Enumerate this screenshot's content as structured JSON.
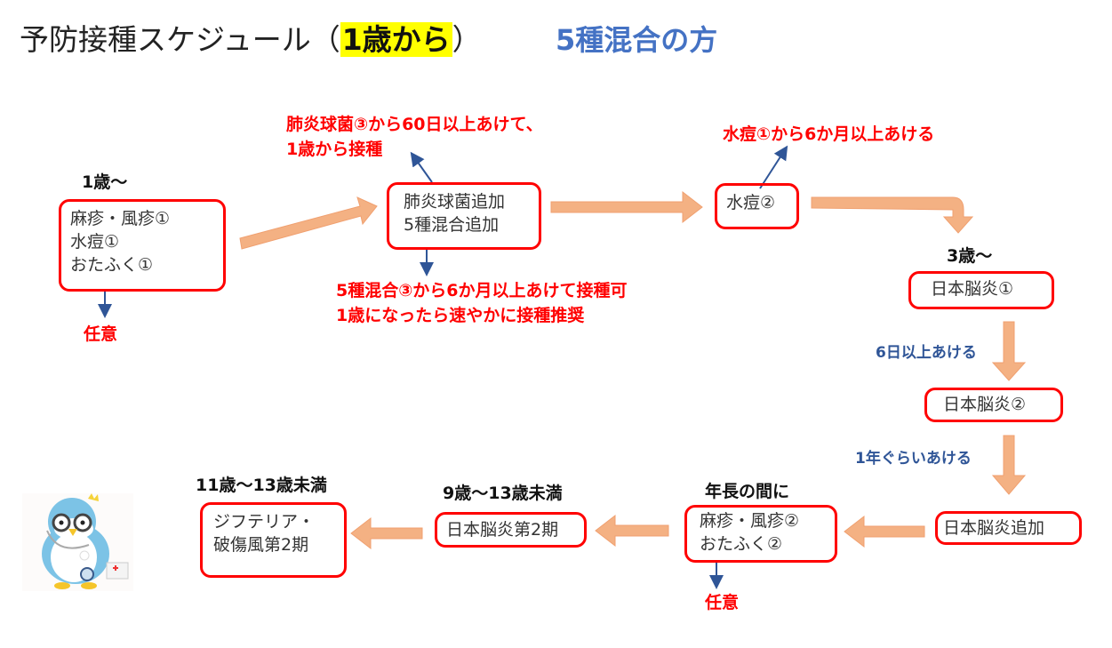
{
  "header": {
    "title_prefix": "予防接種スケジュール（",
    "title_highlight": "1歳から",
    "title_suffix": "）",
    "subtitle": "5種混合の方"
  },
  "steps": {
    "age1": {
      "age": "1歳〜",
      "lines": [
        "麻疹・風疹①",
        "水痘①",
        "おたふく①"
      ],
      "note": "任意"
    },
    "booster": {
      "lines": [
        "肺炎球菌追加",
        "5種混合追加"
      ],
      "note_top": [
        "肺炎球菌③から60日以上あけて、",
        "1歳から接種"
      ],
      "note_bottom": [
        "5種混合③から6か月以上あけて接種可",
        "1歳になったら速やかに接種推奨"
      ]
    },
    "varicella2": {
      "label": "水痘②",
      "note": "水痘①から6か月以上あける"
    },
    "je1": {
      "age": "3歳〜",
      "label": "日本脳炎①",
      "interval": "6日以上あける"
    },
    "je2": {
      "label": "日本脳炎②",
      "interval": "1年ぐらいあける"
    },
    "je_booster": {
      "label": "日本脳炎追加"
    },
    "kinder": {
      "age": "年長の間に",
      "lines": [
        "麻疹・風疹②",
        "おたふく②"
      ],
      "note": "任意"
    },
    "je_phase2": {
      "age": "9歳〜13歳未満",
      "label": "日本脳炎第2期"
    },
    "dt": {
      "age": "11歳〜13歳未満",
      "lines": [
        "ジフテリア・",
        "破傷風第2期"
      ]
    }
  },
  "colors": {
    "box_border": "#ff0000",
    "arrow": "#f4b183",
    "note_arrow": "#2f5597",
    "subtitle": "#4472c4",
    "highlight": "#ffff00"
  }
}
